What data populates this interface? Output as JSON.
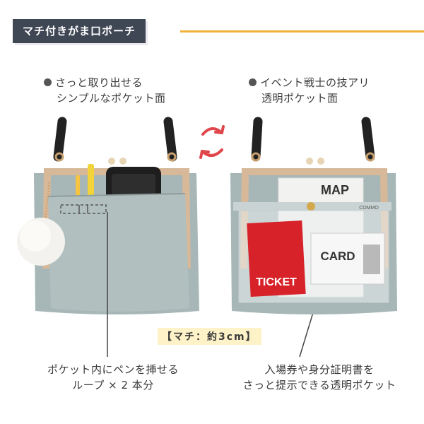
{
  "title": "マチ付きがま口ポーチ",
  "left_caption": {
    "line1": "さっと取り出せる",
    "line2": "シンプルなポケット面"
  },
  "right_caption": {
    "line1": "イベント戦士の技アリ",
    "line2": "透明ポケット面"
  },
  "gusset_label": "【マチ：約3cm】",
  "bottom_left": {
    "line1": "ポケット内にペンを挿せる",
    "line2": "ループ × 2 本分"
  },
  "bottom_right": {
    "line1": "入場券や身分証明書を",
    "line2": "さっと提示できる透明ポケット"
  },
  "right_bag": {
    "map_label": "MAP",
    "ticket_label": "TICKET",
    "card_label": "CARD",
    "brand_tag": "COMMO"
  },
  "colors": {
    "title_bg": "#3f4654",
    "accent_rule": "#f3b23c",
    "bag_gray": "#a7b6b6",
    "frame_gold": "#d7b99a",
    "strap": "#222222",
    "ticket_red": "#d8222a",
    "swap_arrows": "#e0474c"
  }
}
